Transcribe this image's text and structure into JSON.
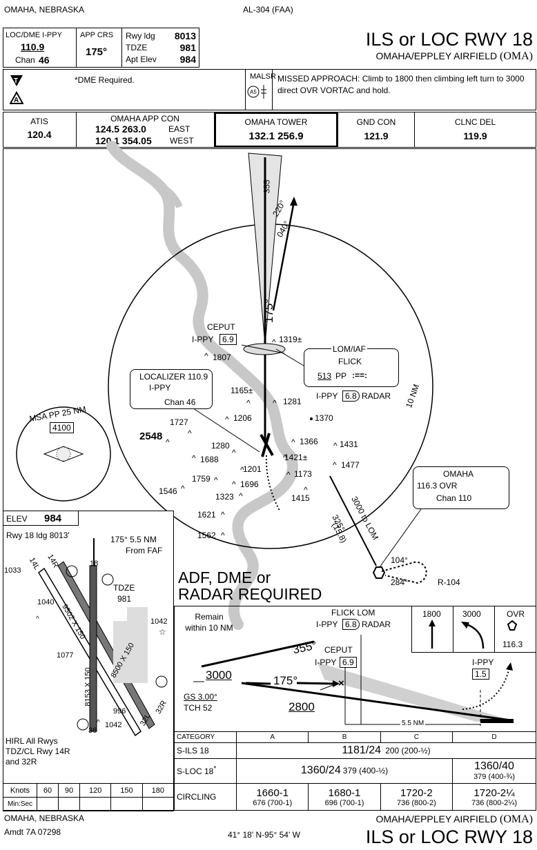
{
  "header": {
    "city_state": "OMAHA, NEBRASKA",
    "chart_id": "AL-304 (FAA)",
    "title": "ILS or LOC RWY 18",
    "airport": "OMAHA/EPPLEY AIRFIELD",
    "airport_code": "(OMA)"
  },
  "briefing": {
    "loc_dme_label": "LOC/DME I-PPY",
    "loc_freq": "110.9",
    "chan_label": "Chan",
    "chan": "46",
    "app_crs_label": "APP CRS",
    "app_crs": "175°",
    "rwy_ldg_label": "Rwy ldg",
    "rwy_ldg": "8013",
    "tdze_label": "TDZE",
    "tdze": "981",
    "apt_elev_label": "Apt Elev",
    "apt_elev": "984",
    "dme_note": "*DME Required.",
    "malsr": "MALSR",
    "missed_approach": "MISSED APPROACH: Climb to 1800 then climbing left turn to 3000 direct OVR VORTAC and hold."
  },
  "comms": [
    {
      "label": "ATIS",
      "freq": "120.4"
    },
    {
      "label": "OMAHA APP CON",
      "line1": "124.5 263.0",
      "dir1": "EAST",
      "line2": "120.1 354.05",
      "dir2": "WEST"
    },
    {
      "label": "OMAHA TOWER",
      "freq": "132.1 256.9"
    },
    {
      "label": "GND CON",
      "freq": "121.9"
    },
    {
      "label": "CLNC DEL",
      "freq": "119.9"
    }
  ],
  "plan": {
    "ceput": "CEPUT",
    "ceput_ippy": "I-PPY",
    "ceput_dme": "6.9",
    "lom_iaf": "LOM/IAF",
    "flick": "FLICK",
    "flick_freq": "513",
    "flick_id": "PP",
    "flick_morse": ":==:",
    "ippy_radar": "I-PPY",
    "ippy_radar_dme": "6.8",
    "radar": "RADAR",
    "ten_nm": "10 NM",
    "loc_label": "LOCALIZER 110.9",
    "loc_ippy": "I-PPY",
    "loc_chan": "Chan 46",
    "omaha_vor": "OMAHA",
    "omaha_vor_freq": "116.3 OVR",
    "omaha_vor_chan": "Chan 110",
    "r104": "R-104",
    "crs_355": "355°",
    "crs_175": "175°",
    "crs_220": "220°",
    "crs_040": "040°",
    "hold_104": "104°",
    "hold_284": "284°",
    "route_3000": "3000 to LOM",
    "route_crs": "325°",
    "route_dist": "(15.8)",
    "msa": "MSA PP 25 NM",
    "msa_alt": "4100",
    "adf_note": "ADF, DME or",
    "adf_note2": "RADAR REQUIRED",
    "elevations": [
      {
        "v": "1319±"
      },
      {
        "v": "1807"
      },
      {
        "v": "1165±"
      },
      {
        "v": "1281"
      },
      {
        "v": "1370"
      },
      {
        "v": "1206"
      },
      {
        "v": "1727"
      },
      {
        "v": "2548"
      },
      {
        "v": "1280"
      },
      {
        "v": "1366"
      },
      {
        "v": "1431"
      },
      {
        "v": "1688"
      },
      {
        "v": "1421±"
      },
      {
        "v": "1201"
      },
      {
        "v": "1173"
      },
      {
        "v": "1477"
      },
      {
        "v": "1759"
      },
      {
        "v": "1696"
      },
      {
        "v": "1546"
      },
      {
        "v": "1323"
      },
      {
        "v": "1415"
      },
      {
        "v": "1621"
      },
      {
        "v": "1562"
      }
    ]
  },
  "airport_diagram": {
    "elev_label": "ELEV",
    "elev": "984",
    "rwy_ldg": "Rwy 18 ldg 8013'",
    "faf_note": "175° 5.5 NM",
    "faf_note2": "From FAF",
    "tdze_label": "TDZE",
    "tdze": "981",
    "labels": [
      "1033",
      "14L",
      "14R",
      "18",
      "1040",
      "1042",
      "1077",
      "9502 X 150",
      "8500 X 150",
      "8153 X 150",
      "996",
      "1042",
      "36",
      "32L",
      "32R"
    ],
    "hirl": "HIRL All Rwys",
    "tdz": "TDZ/CL Rwy 14R",
    "tdz2": "and 32R"
  },
  "profile": {
    "remain": "Remain",
    "remain2": "within 10 NM",
    "flick_lom": "FLICK LOM",
    "ippy": "I-PPY",
    "dme": "6.8",
    "radar": "RADAR",
    "crs_355": "355°",
    "ceput": "CEPUT",
    "ceput_ippy": "I-PPY",
    "ceput_dme": "6.9",
    "alt_3000": "3000",
    "crs_175": "175°",
    "gs": "GS 3.00°",
    "tch": "TCH 52",
    "alt_2800": "2800",
    "ippy_15": "I-PPY",
    "dme_15": "1.5",
    "dist": "5.5 NM",
    "ma_1800": "1800",
    "ma_3000": "3000",
    "ma_ovr": "OVR",
    "ma_freq": "116.3"
  },
  "minimums": {
    "headers": [
      "CATEGORY",
      "A",
      "B",
      "C",
      "D"
    ],
    "sils": "S-ILS 18",
    "sils_val": "1181/24",
    "sils_haa": "200 (200-½)",
    "sloc": "S-LOC 18",
    "sloc_star": "*",
    "sloc_val": "1360/24",
    "sloc_haa": "379 (400-½)",
    "sloc_d": "1360/40",
    "sloc_d_haa": "379 (400-¾)",
    "circling": "CIRCLING",
    "circ": [
      {
        "v": "1660-1",
        "h": "676 (700-1)"
      },
      {
        "v": "1680-1",
        "h": "696 (700-1)"
      },
      {
        "v": "1720-2",
        "h": "736 (800-2)"
      },
      {
        "v": "1720-2¼",
        "h": "736 (800-2¼)"
      }
    ]
  },
  "timing": {
    "knots": "Knots",
    "minsec": "Min:Sec",
    "speeds": [
      "60",
      "90",
      "120",
      "150",
      "180"
    ]
  },
  "footer": {
    "city_state": "OMAHA, NEBRASKA",
    "amdt": "Amdt 7A  07298",
    "coords": "41° 18' N-95° 54' W",
    "airport": "OMAHA/EPPLEY AIRFIELD",
    "airport_code": "(OMA)",
    "title": "ILS or LOC RWY 18"
  }
}
